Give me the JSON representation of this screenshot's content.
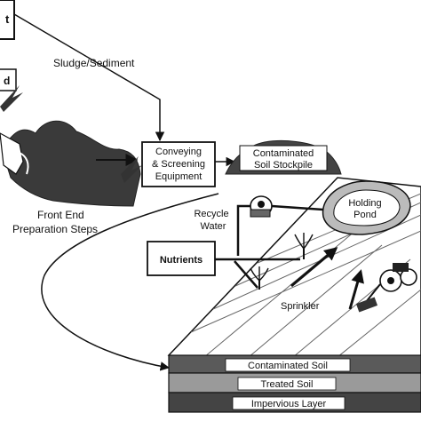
{
  "diagram": {
    "labels": {
      "top_left_box": "t",
      "sludge": "Sludge/Sediment",
      "left_partial_box": "d",
      "conveying_line1": "Conveying",
      "conveying_line2": "& Screening",
      "conveying_line3": "Equipment",
      "stockpile_line1": "Contaminated",
      "stockpile_line2": "Soil Stockpile",
      "front_end_line1": "Front End",
      "front_end_line2": "Preparation Steps",
      "recycle_line1": "Recycle",
      "recycle_line2": "Water",
      "holding_line1": "Holding",
      "holding_line2": "Pond",
      "nutrients": "Nutrients",
      "sprinkler": "Sprinkler",
      "layer_contaminated": "Contaminated Soil",
      "layer_treated": "Treated Soil",
      "layer_impervious": "Impervious Layer"
    }
  }
}
